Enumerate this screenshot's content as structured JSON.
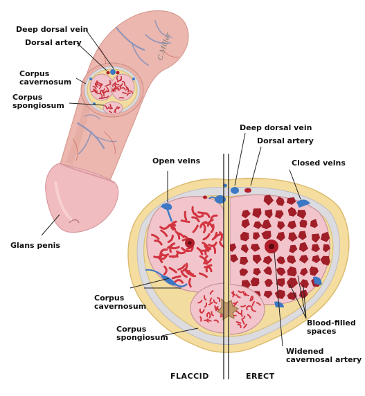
{
  "labels": {
    "deep_dorsal_vein_top": "Deep dorsal vein",
    "dorsal_artery_top": "Dorsal artery",
    "corpus_cavernosum_top": "Corpus\ncavernosum",
    "corpus_spongiosum_top": "Corpus\nspongiosum",
    "glans_penis": "Glans penis",
    "deep_dorsal_vein_right": "Deep dorsal vein",
    "dorsal_artery_right": "Dorsal artery",
    "open_veins": "Open veins",
    "closed_veins": "Closed veins",
    "corpus_cavernosum_bottom": "Corpus\ncavernosum",
    "corpus_spongiosum_bottom": "Corpus\nspongiosum",
    "blood_filled_spaces": "Blood-filled\nspaces",
    "widened_cavernosal_artery": "Widened\ncavernosal artery"
  },
  "titles": {
    "flaccid": "FLACCID",
    "erect": "ERECT"
  },
  "signature": "C.Miller",
  "colors": {
    "skin": "#ebb7ae",
    "skin_dark": "#d9968c",
    "glans": "#f0bcc0",
    "tunica": "#f2dca0",
    "fascia": "#dcdbe0",
    "tissue": "#f1c5cb",
    "sinusoid_flaccid": "#d23440",
    "sinusoid_erect": "#a01e28",
    "vein": "#3c78c3",
    "artery": "#b01e2a"
  }
}
